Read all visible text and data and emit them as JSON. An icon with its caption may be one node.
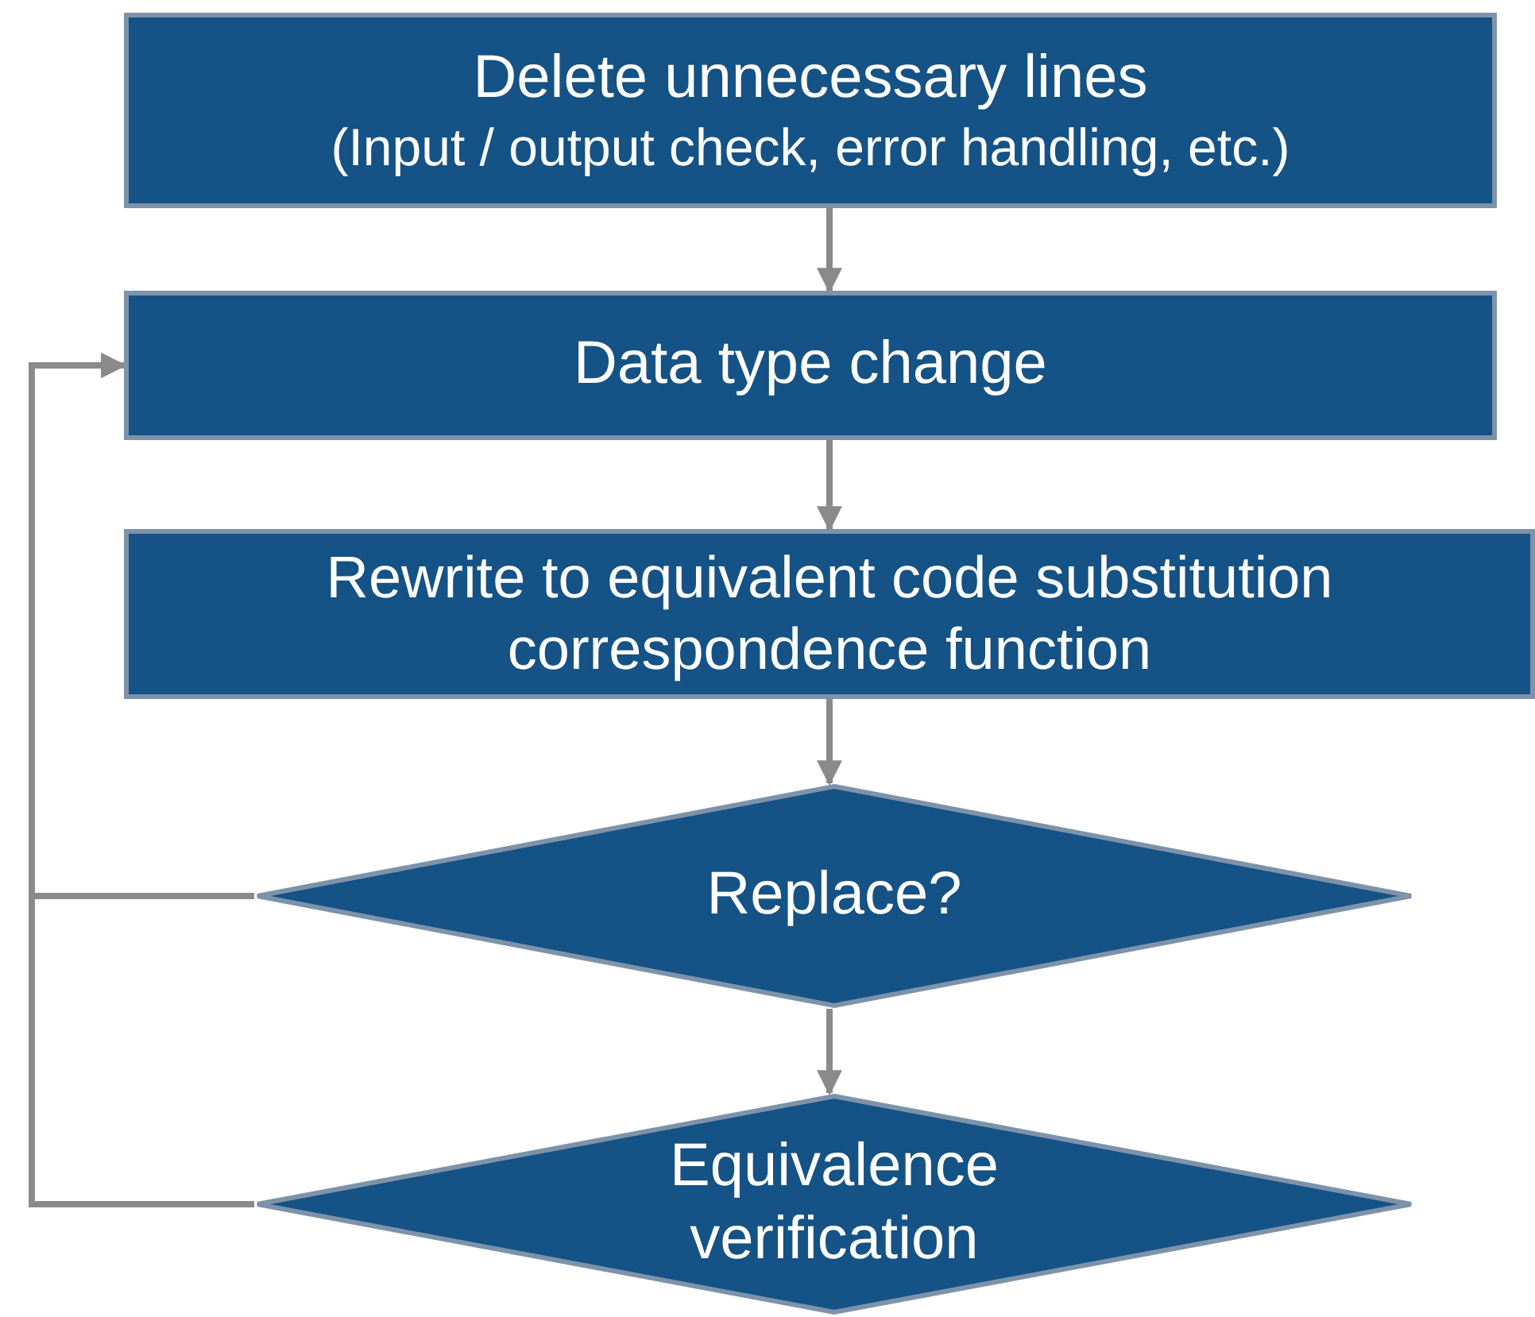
{
  "diagram": {
    "nodes": [
      {
        "text": [
          "Delete unnecessary lines",
          "(Input / output check, error handling, etc.)"
        ]
      },
      {
        "text": [
          "Data type change"
        ]
      },
      {
        "text": [
          "Rewrite to equivalent code substitution correspondence function"
        ]
      },
      {
        "text": [
          "Replace?"
        ]
      },
      {
        "text": [
          "Equivalence verification"
        ]
      }
    ],
    "edges": [
      {
        "from": 0,
        "to": 1,
        "arrow": "to"
      },
      {
        "from": 1,
        "to": 2,
        "arrow": "to"
      },
      {
        "from": 2,
        "to": 3,
        "arrow": "to"
      },
      {
        "from": 3,
        "to": 4,
        "arrow": "to"
      },
      {
        "from": 3,
        "to": 1,
        "arrow": "to"
      },
      {
        "from": 4,
        "to": 1,
        "arrow": "to"
      }
    ]
  }
}
